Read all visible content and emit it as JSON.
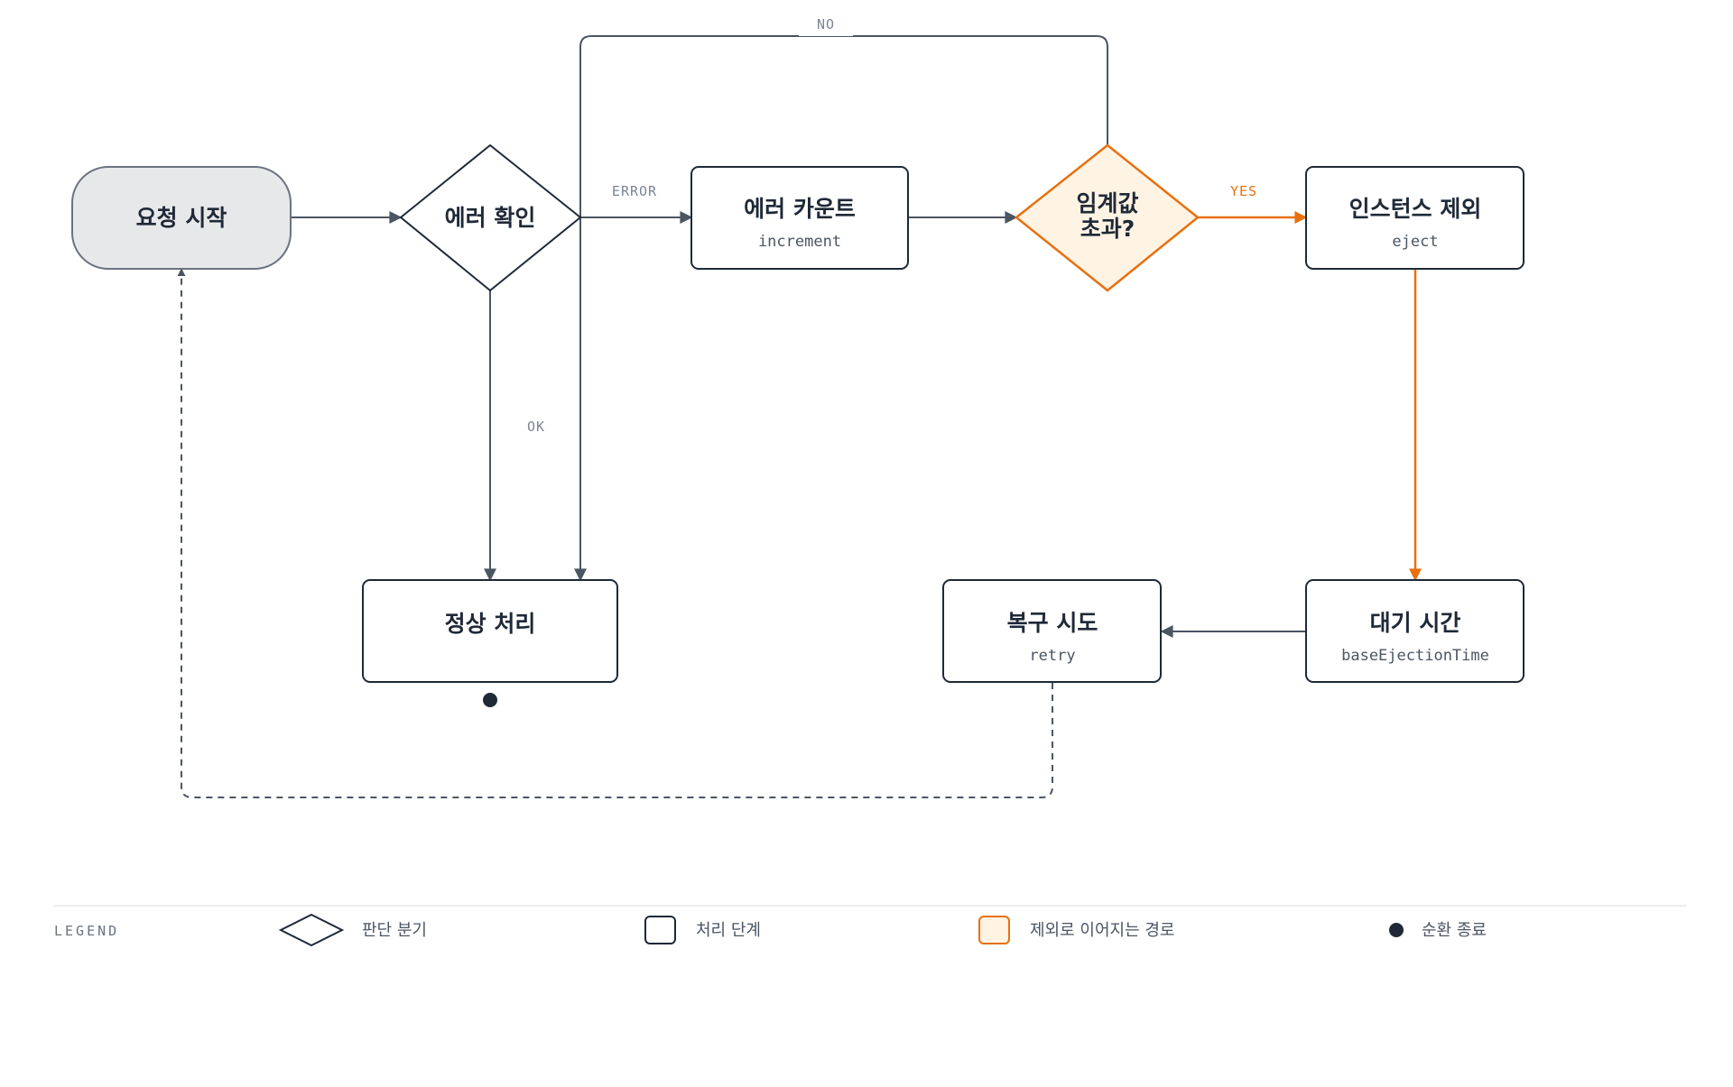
{
  "colors": {
    "line": "#4b5563",
    "accent": "#e8700f",
    "accent_fill": "#fff3e3",
    "start_fill": "#e7e8ea",
    "text": "#1f2937",
    "muted": "#7b8595"
  },
  "nodes": {
    "start": {
      "title": "요청 시작"
    },
    "error_check": {
      "title": "에러 확인"
    },
    "error_count": {
      "title": "에러 카운트",
      "sub": "increment"
    },
    "threshold": {
      "title_line1": "임계값",
      "title_line2": "초과?"
    },
    "eject": {
      "title": "인스턴스 제외",
      "sub": "eject"
    },
    "normal": {
      "title": "정상 처리"
    },
    "wait": {
      "title": "대기 시간",
      "sub": "baseEjectionTime"
    },
    "recover": {
      "title": "복구 시도",
      "sub": "retry"
    }
  },
  "edges": {
    "error_label": "ERROR",
    "ok_label": "OK",
    "no_label": "NO",
    "yes_label": "YES"
  },
  "legend": {
    "title": "LEGEND",
    "decision": "판단 분기",
    "process": "처리 단계",
    "eject_path": "제외로 이어지는 경로",
    "end": "순환 종료"
  }
}
